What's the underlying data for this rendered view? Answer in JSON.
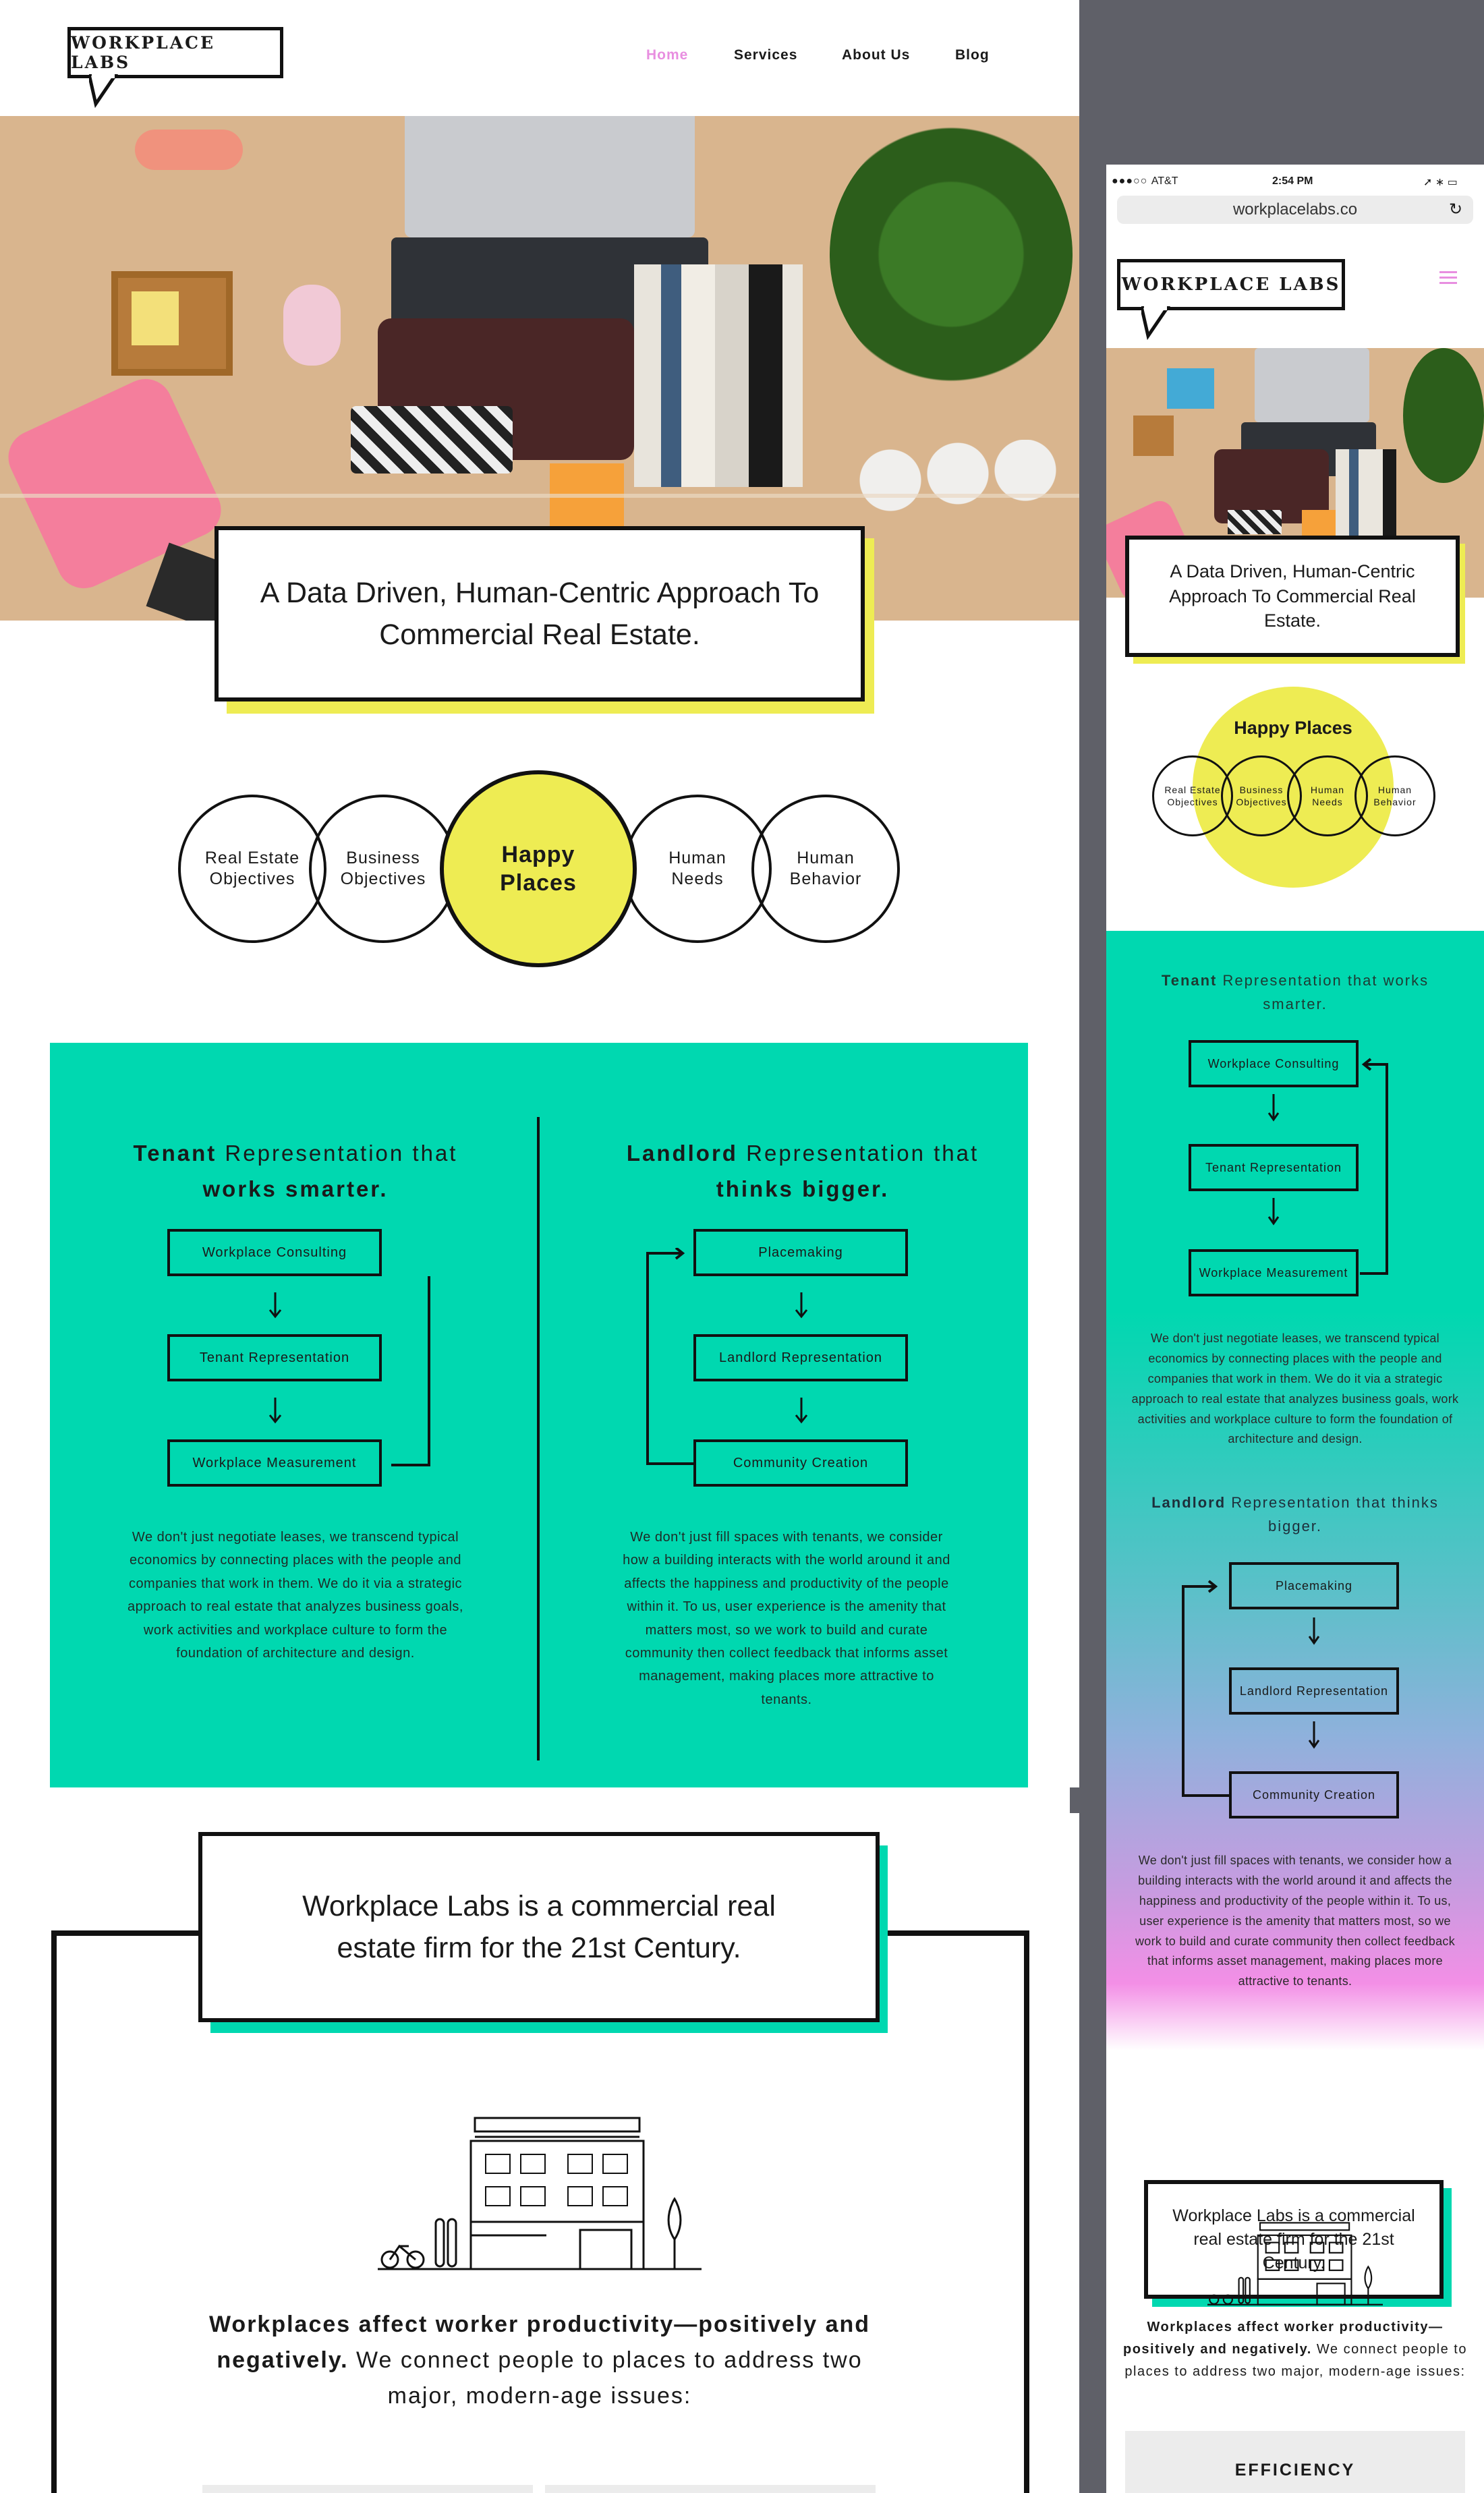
{
  "desktop": {
    "logo": "WORKPLACE LABS",
    "nav": [
      "Home",
      "Services",
      "About Us",
      "Blog"
    ],
    "hero_tagline": "A Data Driven, Human-Centric Approach To Commercial Real Estate.",
    "circles": [
      "Real Estate Objectives",
      "Business Objectives",
      "Happy Places",
      "Human Needs",
      "Human Behavior"
    ],
    "tenant": {
      "heading_bold": "Tenant",
      "heading_rest": " Representation that",
      "heading_line2": "works smarter.",
      "flow": [
        "Workplace Consulting",
        "Tenant Representation",
        "Workplace Measurement"
      ],
      "paragraph": "We don't just negotiate leases, we transcend typical economics by connecting places with the people and companies that work in them. We do it via a strategic approach to real estate that analyzes business goals, work activities and workplace culture to form the foundation of architecture and design."
    },
    "landlord": {
      "heading_bold": "Landlord",
      "heading_rest": " Representation that",
      "heading_line2": "thinks bigger.",
      "flow": [
        "Placemaking",
        "Landlord Representation",
        "Community Creation"
      ],
      "paragraph": "We don't just fill spaces with tenants, we consider how a building interacts with the world around it and affects the happiness and productivity of the people within it. To us, user experience is the amenity that matters most, so we work to build and curate community then collect feedback that informs asset management, making places more attractive to tenants."
    },
    "about_tagline": "Workplace Labs is a commercial real estate firm for the 21st Century.",
    "productivity_bold": "Workplaces affect worker productivity—positively and negatively.",
    "productivity_rest": " We connect people to places to address two major, modern-age issues:"
  },
  "mobile": {
    "status_carrier": "AT&T",
    "status_time": "2:54 PM",
    "url": "workplacelabs.co",
    "logo": "WORKPLACE LABS",
    "hero_tagline": "A Data Driven, Human-Centric Approach To Commercial Real Estate.",
    "happy": "Happy Places",
    "circles": [
      "Real Estate Objectives",
      "Business Objectives",
      "Human Needs",
      "Human Behavior"
    ],
    "tenant": {
      "heading_bold": "Tenant",
      "heading_rest": " Representation that works smarter.",
      "flow": [
        "Workplace Consulting",
        "Tenant Representation",
        "Workplace Measurement"
      ],
      "paragraph": "We don't just negotiate leases, we transcend typical economics by connecting places with the people and companies that work in them. We do it via a strategic approach to real estate that analyzes business goals, work activities and workplace culture to form the foundation of architecture and design."
    },
    "landlord": {
      "heading_bold": "Landlord",
      "heading_rest": " Representation that thinks bigger.",
      "flow": [
        "Placemaking",
        "Landlord Representation",
        "Community Creation"
      ],
      "paragraph": "We don't just fill spaces with tenants, we consider how a building interacts with the world around it and affects the happiness and productivity of the people within it. To us, user experience is the amenity that matters most, so we work to build and curate community then collect feedback that informs asset management, making places more attractive to tenants."
    },
    "about_tagline": "Workplace Labs is a commercial real estate firm for the 21st Century.",
    "productivity_bold": "Workplaces affect worker productivity—positively and negatively.",
    "productivity_rest": " We connect people to places to address two major, modern-age issues:",
    "efficiency": "EFFICIENCY"
  },
  "colors": {
    "accent_pink": "#e88ee0",
    "yellow": "#eeec53",
    "teal": "#00d8b0",
    "frame_gray": "#5f6068"
  }
}
